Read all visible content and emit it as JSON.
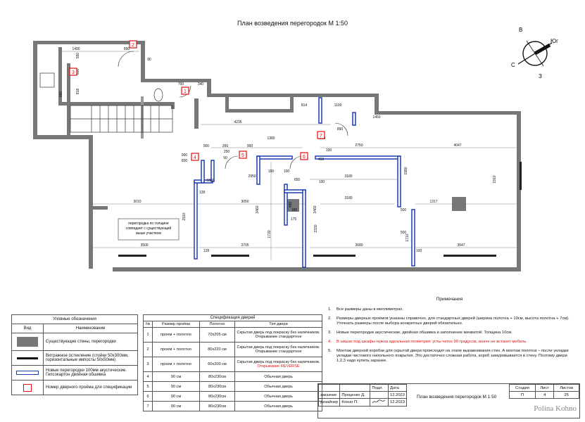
{
  "title": "План возведения перегородок М 1:50",
  "compass": {
    "n": "В",
    "e": "Юг",
    "w": "С",
    "s": "З"
  },
  "plan": {
    "dims": [
      "1490",
      "890",
      "90",
      "550",
      "600",
      "650",
      "818",
      "700",
      "340",
      "814",
      "1100",
      "1450",
      "890",
      "4235",
      "1380",
      "590",
      "260",
      "900",
      "900",
      "250",
      "90",
      "4047",
      "900",
      "600",
      "100",
      "2750",
      "2950",
      "100",
      "1000",
      "3180",
      "3180",
      "1980",
      "1910",
      "3010",
      "3050",
      "128",
      "2910",
      "3460",
      "3460",
      "2330",
      "1730",
      "175",
      "1317",
      "500",
      "500",
      "1710",
      "100",
      "3500",
      "3705",
      "3680",
      "3547",
      "128",
      "100",
      "100",
      "480",
      "450",
      "655",
      "185"
    ],
    "door_labels": [
      "1",
      "2",
      "3",
      "4",
      "5",
      "6",
      "7"
    ],
    "note": "перегородка по толщине совпадает с существующей выше участком"
  },
  "legend": {
    "header": "Уловные обозначения",
    "col_view": "Вид",
    "col_name": "Наименование",
    "rows": [
      "Существующие стены, перегородки",
      "Витражное остекление (стойки 50х300мм, горизонтальные импосты 50х50мм)",
      "Новые перегородки 100мм акустические. Гипсокартон двойная обшивка",
      "Номер дверного проёма для спецификации"
    ]
  },
  "spec": {
    "header": "Спецификация дверей",
    "cols": [
      "№",
      "Размер проёма",
      "Полотно",
      "Тип двери"
    ],
    "rows": [
      {
        "n": "1",
        "opening": "проем + полотно",
        "leaf": "70х205 см",
        "type": "Скрытая дверь под покраску без наличников. Открывание стандартное",
        "rev": ""
      },
      {
        "n": "2",
        "opening": "проем + полотно",
        "leaf": "80х220 см",
        "type": "Скрытая дверь под покраску без наличников. Открывание стандартное",
        "rev": ""
      },
      {
        "n": "3",
        "opening": "проем + полотно",
        "leaf": "60х200 см",
        "type": "Скрытая дверь под покраску без наличников.",
        "rev": "Открывание REVERSE"
      },
      {
        "n": "4",
        "opening": "90 см",
        "leaf": "80х230см",
        "type": "Обычная дверь",
        "rev": ""
      },
      {
        "n": "5",
        "opening": "90 см",
        "leaf": "80х230см",
        "type": "Обычная дверь",
        "rev": ""
      },
      {
        "n": "6",
        "opening": "90 см",
        "leaf": "80х230см",
        "type": "Обычная дверь",
        "rev": ""
      },
      {
        "n": "7",
        "opening": "90 см",
        "leaf": "80х230см",
        "type": "Обычная дверь",
        "rev": ""
      }
    ]
  },
  "notes": {
    "header": "Примечания",
    "items": [
      {
        "n": "1.",
        "t": "Все размеры даны в миллиметрах.",
        "red": false
      },
      {
        "n": "2.",
        "t": "Размеры дверных проёмов указаны справочно, для стандартных дверей (ширина полотна + 10см, высота полотна + 7см). Уточнить размеры после выбора конкретных дверей обязательно.",
        "red": false
      },
      {
        "n": "3.",
        "t": "Новые перегородки акустические, двойная обшивка и заполнение минватой. Толщина 10см.",
        "red": false
      },
      {
        "n": "4.",
        "t": "В нишах под шкафы нужна идеальная геометрия: углы четко 90 градусов, иначе не встанет мебель.",
        "red": true
      },
      {
        "n": "5.",
        "t": "Монтаж дверной коробки для скрытой двери происходит на этапе выравнивания стен. А монтаж полотна – после укладки укладки чистового напольного покрытия. Это достаточно сложная работа, короб замуровывается в стену. Поэтому двери 1,2,3 надо купить заранее.",
        "red": false
      }
    ]
  },
  "stamp": {
    "podl": "Подл.",
    "data": "Дата",
    "role1": "заказчик",
    "name1": "Проценко Д.",
    "date1": "12.2023",
    "role2": "дизайнер",
    "name2": "Кохно П.",
    "date2": "12.2023",
    "sheet_title": "План возведения перегородок М 1:50",
    "stage_h": "Стадия",
    "sheet_h": "Лист",
    "sheets_h": "Листов",
    "stage": "П",
    "sheet": "4",
    "sheets": "25",
    "brand": "Polina Kohno"
  }
}
